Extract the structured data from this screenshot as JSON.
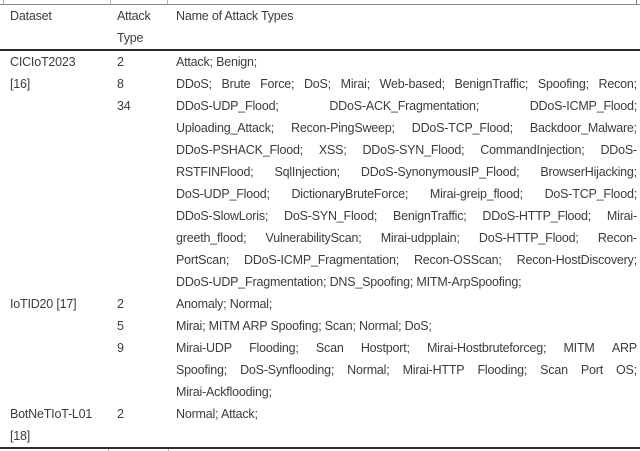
{
  "colors": {
    "text": "#3c3c3c",
    "rule_light": "#8a8a8a",
    "rule_dark": "#2b2b2b",
    "background": "#ffffff"
  },
  "table": {
    "header": {
      "col1": "Dataset",
      "col2_line1": "Attack",
      "col2_line2": "Type",
      "col3": "Name of Attack Types"
    },
    "groups": [
      {
        "dataset_lines": [
          "CICIoT2023",
          "[16]"
        ],
        "rows": [
          {
            "type": "2",
            "lines": [
              {
                "t": "Attack; Benign;",
                "j": false
              }
            ]
          },
          {
            "type": "8",
            "lines": [
              {
                "t": "DDoS; Brute Force; DoS; Mirai; Web-based; BenignTraffic; Spoofing; Recon;",
                "j": true
              }
            ]
          },
          {
            "type": "34",
            "lines": [
              {
                "t": "DDoS-UDP_Flood; DDoS-ACK_Fragmentation; DDoS-ICMP_Flood;",
                "j": true
              },
              {
                "t": "Uploading_Attack; Recon-PingSweep; DDoS-TCP_Flood; Backdoor_Malware;",
                "j": true
              },
              {
                "t": "DDoS-PSHACK_Flood; XSS; DDoS-SYN_Flood; CommandInjection; DDoS-",
                "j": true
              },
              {
                "t": "RSTFINFlood; SqlInjection; DDoS-SynonymousIP_Flood; BrowserHijacking;",
                "j": true
              },
              {
                "t": "DoS-UDP_Flood; DictionaryBruteForce; Mirai-greip_flood; DoS-TCP_Flood;",
                "j": true
              },
              {
                "t": "DDoS-SlowLoris; DoS-SYN_Flood; BenignTraffic; DDoS-HTTP_Flood; Mirai-",
                "j": true
              },
              {
                "t": "greeth_flood; VulnerabilityScan; Mirai-udpplain; DoS-HTTP_Flood; Recon-",
                "j": true
              },
              {
                "t": "PortScan; DDoS-ICMP_Fragmentation; Recon-OSScan; Recon-HostDiscovery;",
                "j": true
              },
              {
                "t": "DDoS-UDP_Fragmentation; DNS_Spoofing; MITM-ArpSpoofing;",
                "j": false
              }
            ]
          }
        ]
      },
      {
        "dataset_lines": [
          "IoTID20 [17]"
        ],
        "rows": [
          {
            "type": "2",
            "lines": [
              {
                "t": "Anomaly; Normal;",
                "j": false
              }
            ]
          },
          {
            "type": "5",
            "lines": [
              {
                "t": "Mirai; MITM ARP Spoofing; Scan; Normal; DoS;",
                "j": false
              }
            ]
          },
          {
            "type": "9",
            "lines": [
              {
                "t": "Mirai-UDP Flooding; Scan Hostport; Mirai-Hostbruteforceg; MITM ARP",
                "j": true
              },
              {
                "t": "Spoofing; DoS-Synflooding; Normal; Mirai-HTTP Flooding; Scan Port OS;",
                "j": true
              },
              {
                "t": "Mirai-Ackflooding;",
                "j": false
              }
            ]
          }
        ]
      },
      {
        "dataset_lines": [
          "BotNeTIoT-L01",
          "[18]"
        ],
        "rows": [
          {
            "type": "2",
            "lines": [
              {
                "t": "Normal; Attack;",
                "j": false
              }
            ]
          }
        ]
      }
    ]
  }
}
